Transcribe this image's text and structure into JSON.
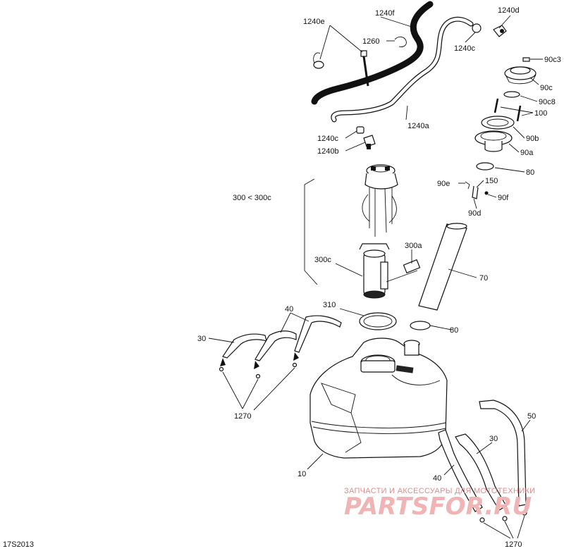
{
  "diagram_code": "17S2013",
  "watermark": {
    "tagline": "ЗАПЧАСТИ И АКСЕССУАРЫ ДЛЯ МОТОТЕХНИКИ",
    "brand": "PARTSFOR.RU"
  },
  "labels": {
    "l1240e": "1240e",
    "l1240f": "1240f",
    "l1240d": "1240d",
    "l1260": "1260",
    "l1240c_top": "1240c",
    "l90c3": "90c3",
    "l90c": "90c",
    "l90c8": "90c8",
    "l100": "100",
    "l1240a": "1240a",
    "l90b": "90b",
    "l1240c_mid": "1240c",
    "l1240b": "1240b",
    "l90a": "90a",
    "l80_top": "80",
    "l300range": "300 < 300c",
    "l90e": "90e",
    "l150": "150",
    "l90f": "90f",
    "l90d": "90d",
    "l300a": "300a",
    "l300c": "300c",
    "l70": "70",
    "l310": "310",
    "l40_left": "40",
    "l80_bottom": "80",
    "l30_left": "30",
    "l1270_left": "1270",
    "l50": "50",
    "l30_right": "30",
    "l40_right": "40",
    "l10": "10",
    "l1270_right": "1270"
  }
}
